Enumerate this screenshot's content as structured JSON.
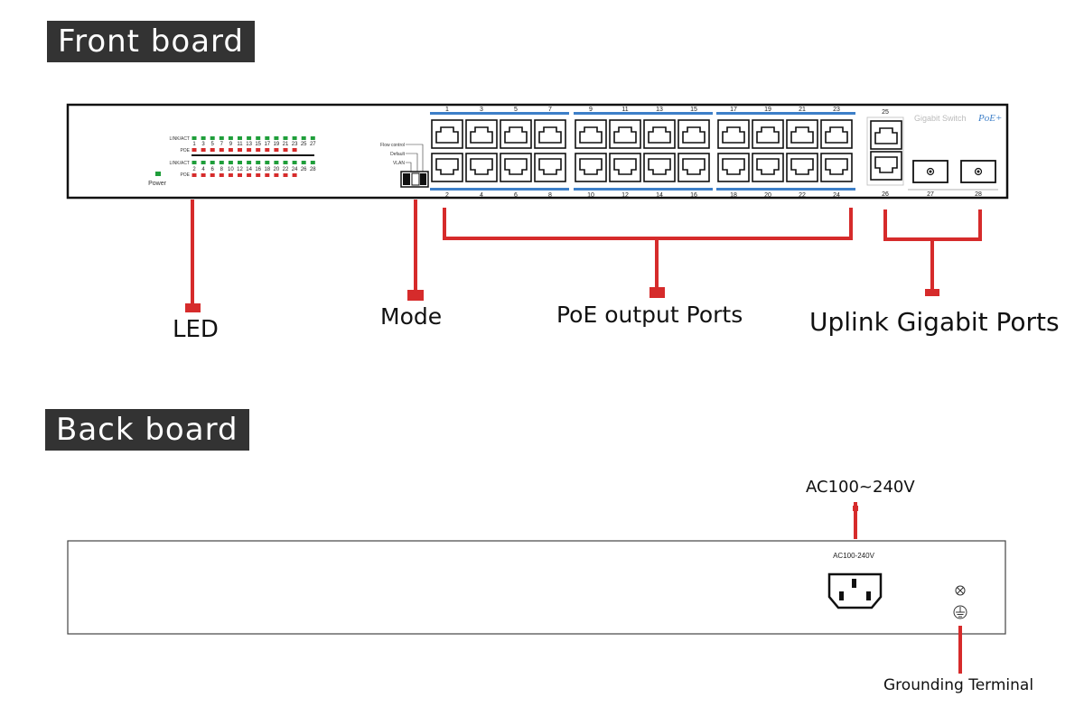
{
  "front": {
    "title": "Front board",
    "led_labels": {
      "link_act": "LINK/ACT",
      "poe": "POE",
      "power": "Power"
    },
    "led_top_numbers": [
      "1",
      "3",
      "5",
      "7",
      "9",
      "11",
      "13",
      "15",
      "17",
      "19",
      "21",
      "23",
      "25",
      "27"
    ],
    "led_bottom_numbers": [
      "2",
      "4",
      "6",
      "8",
      "10",
      "12",
      "14",
      "16",
      "18",
      "20",
      "22",
      "24",
      "26",
      "28"
    ],
    "mode_labels": [
      "Flow control",
      "Default",
      "VLAN"
    ],
    "port_top_numbers": [
      "1",
      "3",
      "5",
      "7",
      "9",
      "11",
      "13",
      "15",
      "17",
      "19",
      "21",
      "23"
    ],
    "port_bottom_numbers": [
      "2",
      "4",
      "6",
      "8",
      "10",
      "12",
      "14",
      "16",
      "18",
      "20",
      "22",
      "24"
    ],
    "uplink_numbers": {
      "top_rj45": "25",
      "bottom_rj45": "26",
      "sfp1": "27",
      "sfp2": "28"
    },
    "brand_text": "Gigabit Switch",
    "poe_logo": "PoE+",
    "callouts": {
      "led": "LED",
      "mode": "Mode",
      "poe_ports": "PoE output Ports",
      "uplink": "Uplink Gigabit Ports"
    }
  },
  "back": {
    "title": "Back board",
    "power_label_panel": "AC100-240V",
    "callouts": {
      "power": "AC100~240V",
      "ground": "Grounding Terminal"
    }
  },
  "colors": {
    "leader": "#d62b2b",
    "led_green": "#1f9e3a",
    "led_red": "#d62b2b",
    "port_bar": "#3d7fc8",
    "title_bg": "#333333"
  }
}
